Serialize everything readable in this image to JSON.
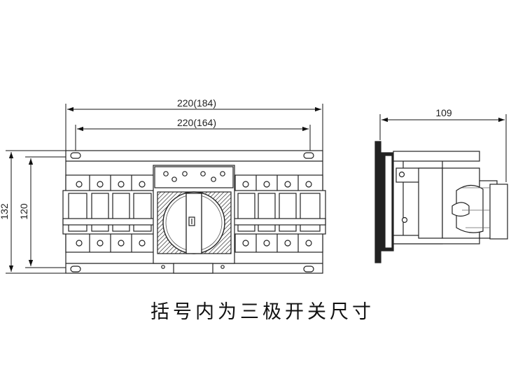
{
  "dimensions": {
    "overall_width": "220(184)",
    "inner_width": "220(164)",
    "overall_height": "132",
    "inner_height": "120",
    "side_depth": "109"
  },
  "caption": "括号内为三极开关尺寸"
}
